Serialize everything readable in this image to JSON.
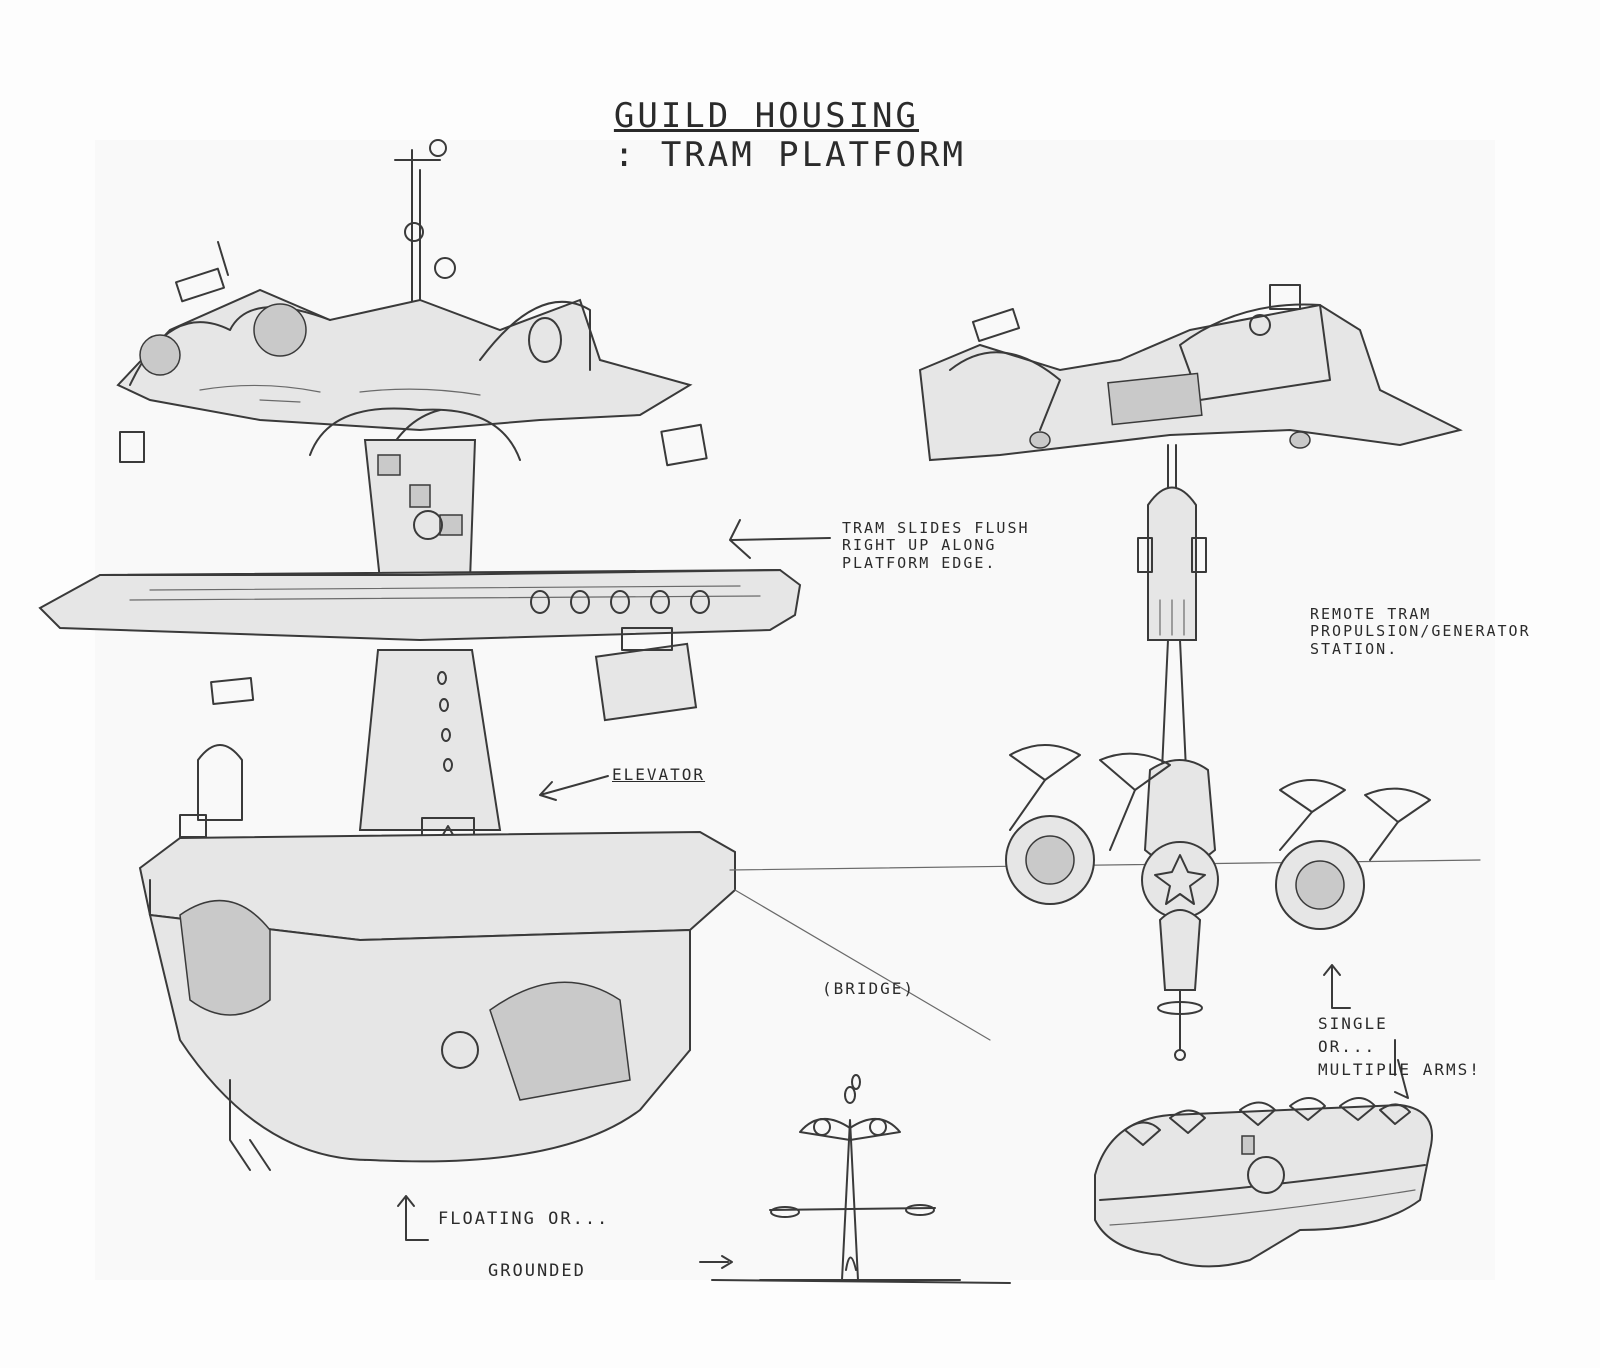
{
  "title": {
    "prefix": "GUILD HOUSING",
    "suffix": ": TRAM PLATFORM"
  },
  "annotations": {
    "tram_note": "TRAM SLIDES FLUSH\nRIGHT UP ALONG\nPLATFORM EDGE.",
    "remote_note": "REMOTE TRAM\nPROPULSION/GENERATOR\nSTATION.",
    "elevator": "ELEVATOR",
    "bridge": "(BRIDGE)",
    "single_multiple": "SINGLE\nOR...\nMULTIPLE ARMS!",
    "floating": "FLOATING OR...",
    "grounded": "GROUNDED"
  },
  "palette": {
    "ink": "#3a3a3a",
    "paper": "#fdfdfd",
    "shade": "#c9c9c9"
  }
}
